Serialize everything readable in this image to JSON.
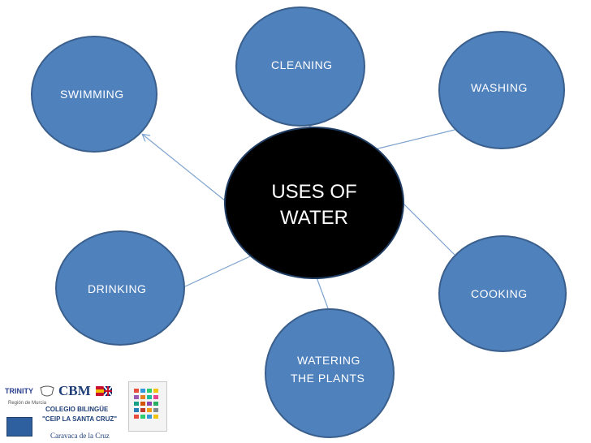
{
  "diagram": {
    "center": {
      "label_line1": "USES OF",
      "label_line2": "WATER"
    },
    "nodes": {
      "cleaning": "CLEANING",
      "washing": "WASHING",
      "swimming": "SWIMMING",
      "drinking": "DRINKING",
      "cooking": "COOKING",
      "watering_line1": "WATERING",
      "watering_line2": "THE PLANTS"
    },
    "colors": {
      "node_fill": "#4f81bd",
      "center_fill": "#000000",
      "connector": "#7ea3cf"
    }
  },
  "logos": {
    "trinity": "TRINITY",
    "region": "Región de Murcia",
    "cbm": "CBM",
    "school_line1": "COLEGIO BILINGÜE",
    "school_line2": "\"CEIP LA SANTA CRUZ\"",
    "town": "Caravaca de la Cruz"
  }
}
